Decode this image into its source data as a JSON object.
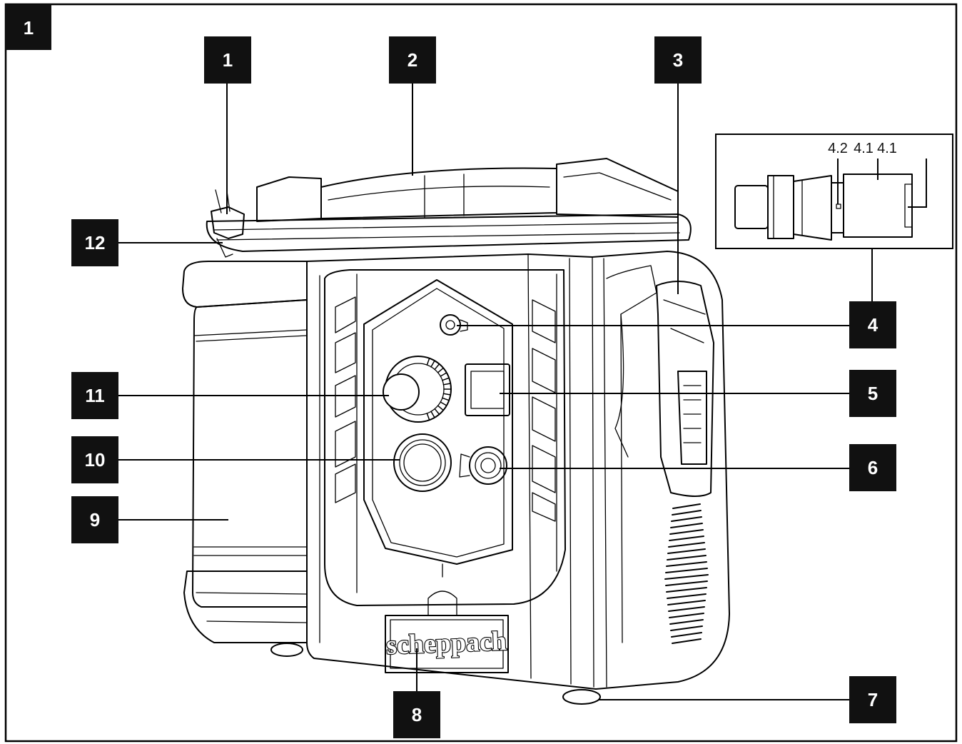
{
  "figure": {
    "label": "1",
    "brand": "scheppach"
  },
  "callouts": [
    {
      "id": "c1",
      "label": "1"
    },
    {
      "id": "c2",
      "label": "2"
    },
    {
      "id": "c3",
      "label": "3"
    },
    {
      "id": "c4",
      "label": "4"
    },
    {
      "id": "c5",
      "label": "5"
    },
    {
      "id": "c6",
      "label": "6"
    },
    {
      "id": "c7",
      "label": "7"
    },
    {
      "id": "c8",
      "label": "8"
    },
    {
      "id": "c9",
      "label": "9"
    },
    {
      "id": "c10",
      "label": "10"
    },
    {
      "id": "c11",
      "label": "11"
    },
    {
      "id": "c12",
      "label": "12"
    }
  ],
  "inset": {
    "labels": [
      "4.2",
      "4.1",
      "4.1"
    ]
  },
  "colors": {
    "ink": "#000000",
    "box": "#111111",
    "paper": "#ffffff"
  }
}
